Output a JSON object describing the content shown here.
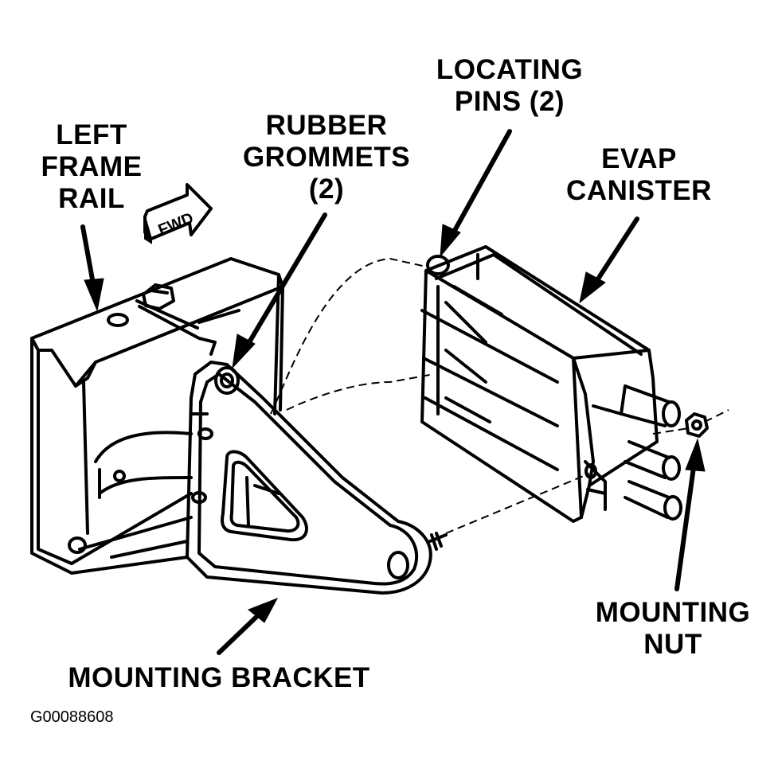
{
  "labels": {
    "left_frame_rail": [
      "LEFT",
      "FRAME",
      "RAIL"
    ],
    "rubber_grommets": [
      "RUBBER",
      "GROMMETS",
      "(2)"
    ],
    "locating_pins": [
      "LOCATING",
      "PINS (2)"
    ],
    "evap_canister": [
      "EVAP",
      "CANISTER"
    ],
    "mounting_nut": [
      "MOUNTING",
      "NUT"
    ],
    "mounting_bracket": "MOUNTING BRACKET",
    "fwd": "FWD"
  },
  "figure_code": "G00088608"
}
